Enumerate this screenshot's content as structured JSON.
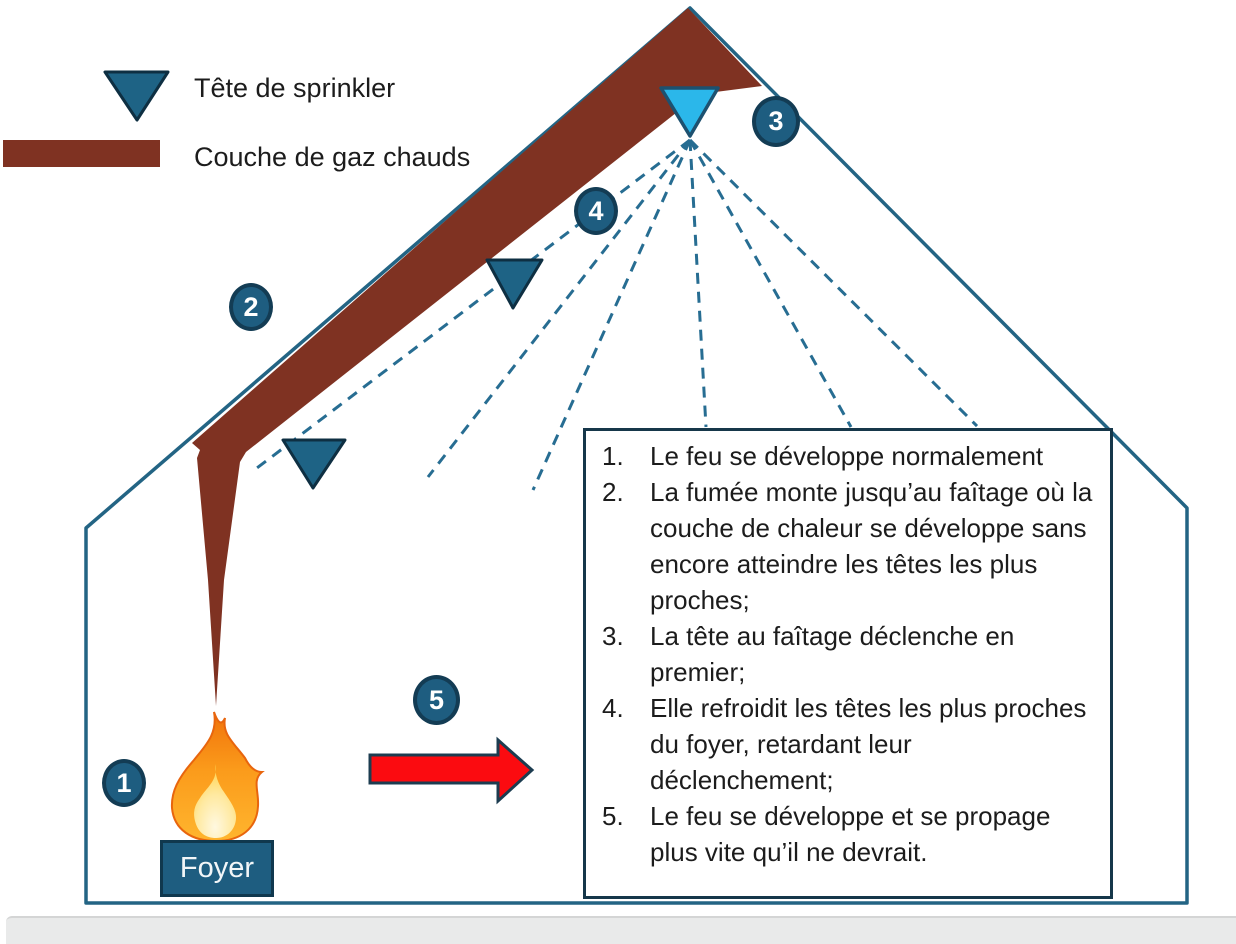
{
  "legend": {
    "items": [
      {
        "icon": "sprinkler-head-icon",
        "label": "Tête de sprinkler"
      },
      {
        "icon": "hot-gas-layer-swatch",
        "label": "Couche de gaz chauds"
      }
    ]
  },
  "markers": [
    "1",
    "2",
    "3",
    "4",
    "5"
  ],
  "fire": {
    "label": "Foyer"
  },
  "steps": {
    "items": [
      {
        "num": "1.",
        "text": "Le feu se développe normalement"
      },
      {
        "num": "2.",
        "text": "La fumée monte jusqu’au faîtage où la couche de chaleur se développe sans encore atteindre les têtes les plus proches;"
      },
      {
        "num": "3.",
        "text": "La tête au faîtage déclenche en premier;"
      },
      {
        "num": "4.",
        "text": "Elle refroidit les têtes les plus proches du foyer, retardant leur déclenchement;"
      },
      {
        "num": "5.",
        "text": "Le feu se développe et se propage plus vite qu’il ne devrait."
      }
    ]
  },
  "colors": {
    "house_outline": "#236484",
    "hot_gas_layer": "#7f3222",
    "sprinkler_head": "#1e6385",
    "sprinkler_head_border": "#0e2f42",
    "active_sprinkler_head": "#2bb7ea",
    "active_sprinkler_border": "#1d5170",
    "spray_dash": "#276d92",
    "marker_fill": "#1e5d80",
    "marker_border": "#133c54",
    "arrow_red": "#fb0b10",
    "text": "#1c1c1c"
  }
}
